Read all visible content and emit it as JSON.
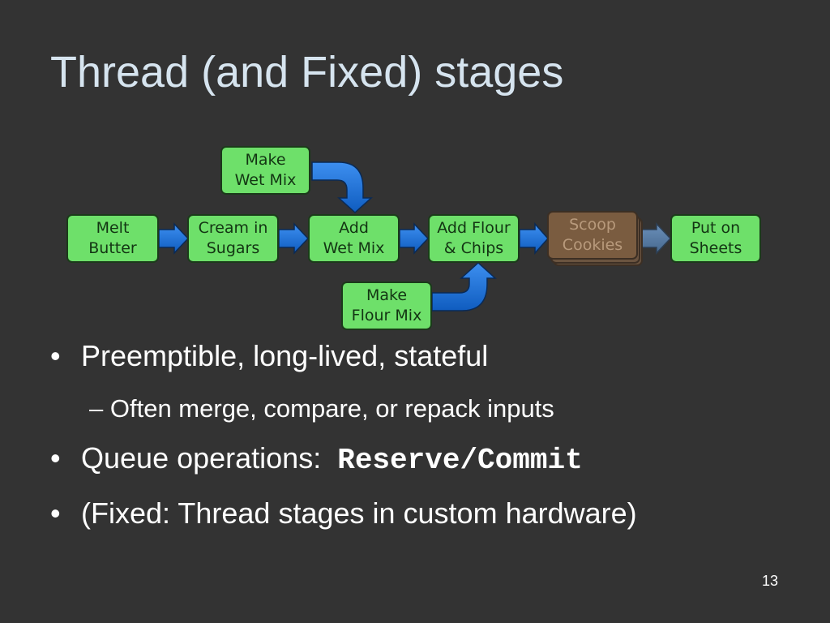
{
  "slide": {
    "title": "Thread (and Fixed) stages",
    "page_number": "13"
  },
  "diagram": {
    "stages": [
      {
        "line1": "Melt",
        "line2": "Butter"
      },
      {
        "line1": "Cream in",
        "line2": "Sugars"
      },
      {
        "line1": "Add",
        "line2": "Wet Mix"
      },
      {
        "line1": "Add Flour",
        "line2": "& Chips"
      },
      {
        "line1": "Scoop",
        "line2": "Cookies"
      },
      {
        "line1": "Put on",
        "line2": "Sheets"
      }
    ],
    "side_inputs": [
      {
        "line1": "Make",
        "line2": "Wet Mix"
      },
      {
        "line1": "Make",
        "line2": "Flour Mix"
      }
    ],
    "colors": {
      "stage_fill": "#6ee06a",
      "thread_stage_fill": "#7a5c40",
      "arrow_fill": "#1a6fd0"
    }
  },
  "bullets": [
    {
      "text": "Preemptible, long-lived, stateful"
    },
    {
      "text": "Often merge, compare, or repack inputs",
      "level": 2
    },
    {
      "text": "Queue operations:  ",
      "code": "Reserve/Commit"
    },
    {
      "text": "(Fixed: Thread stages in custom hardware)"
    }
  ]
}
